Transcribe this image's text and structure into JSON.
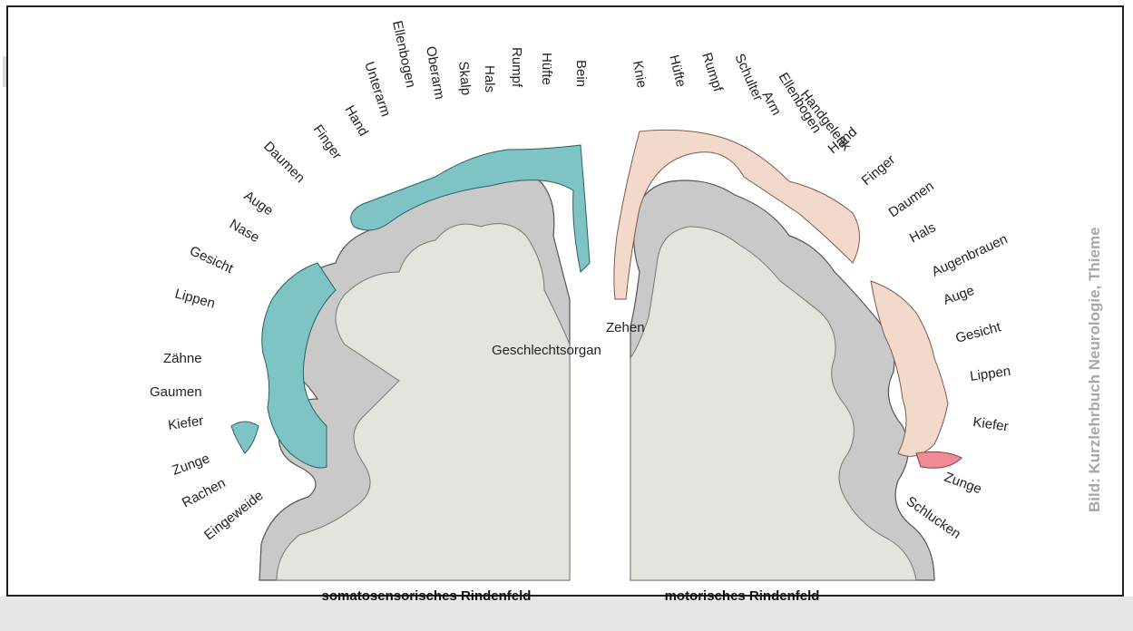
{
  "colors": {
    "cortex_gray": "#c9c9c9",
    "white_matter": "#e4e4de",
    "sensory_body": "#7ec4c4",
    "motor_body": "#f3d9cc",
    "credit_text": "#a8a8a8",
    "frame_border": "#222222"
  },
  "sensory": {
    "caption": "somatosensorisches Rindenfeld",
    "labels": [
      "Bein",
      "Hüfte",
      "Rumpf",
      "Hals",
      "Skalp",
      "Oberarm",
      "Ellenbogen",
      "Unterarm",
      "Hand",
      "Finger",
      "Daumen",
      "Auge",
      "Nase",
      "Gesicht",
      "Lippen",
      "Zähne",
      "Gaumen",
      "Kiefer",
      "Zunge",
      "Rachen",
      "Eingeweide",
      "Geschlechtsorgan"
    ]
  },
  "motor": {
    "caption": "motorisches Rindenfeld",
    "labels": [
      "Knie",
      "Hüfte",
      "Rumpf",
      "Schulter",
      "Arm",
      "Ellenbogen",
      "Handgelenk",
      "Hand",
      "Finger",
      "Daumen",
      "Hals",
      "Augenbrauen",
      "Auge",
      "Gesicht",
      "Lippen",
      "Kiefer",
      "Zunge",
      "Schlucken",
      "Zehen"
    ]
  },
  "credit": "Bild: Kurzlehrbuch Neurologie, Thieme"
}
